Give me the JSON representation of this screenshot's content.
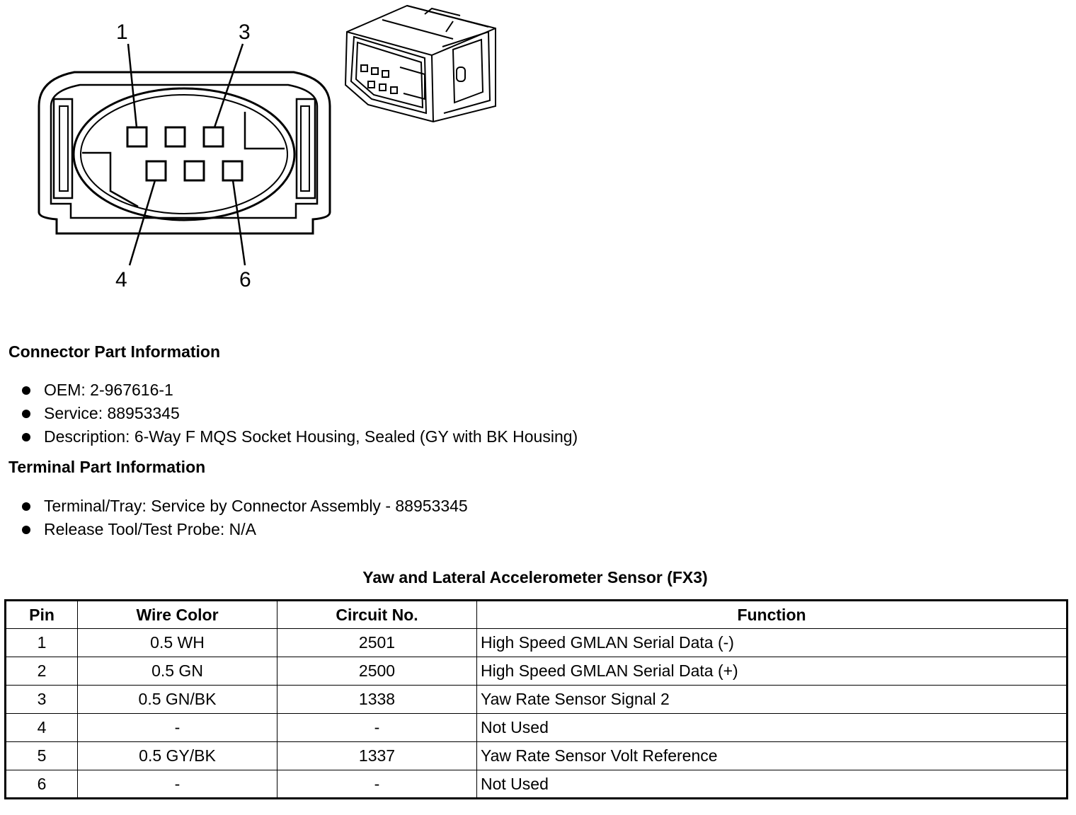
{
  "diagram": {
    "pin_callouts": [
      "1",
      "3",
      "4",
      "6"
    ]
  },
  "connector_info": {
    "heading": "Connector Part Information",
    "items": [
      "OEM: 2-967616-1",
      "Service: 88953345",
      "Description: 6-Way F MQS Socket Housing, Sealed (GY with BK Housing)"
    ]
  },
  "terminal_info": {
    "heading": "Terminal Part Information",
    "items": [
      "Terminal/Tray: Service by Connector Assembly - 88953345",
      "Release Tool/Test Probe: N/A"
    ]
  },
  "table": {
    "title": "Yaw and Lateral Accelerometer Sensor (FX3)",
    "headers": [
      "Pin",
      "Wire Color",
      "Circuit No.",
      "Function"
    ],
    "rows": [
      [
        "1",
        "0.5 WH",
        "2501",
        "High Speed GMLAN Serial Data (-)"
      ],
      [
        "2",
        "0.5 GN",
        "2500",
        "High Speed GMLAN Serial Data (+)"
      ],
      [
        "3",
        "0.5 GN/BK",
        "1338",
        "Yaw Rate Sensor Signal 2"
      ],
      [
        "4",
        "-",
        "-",
        "Not Used"
      ],
      [
        "5",
        "0.5 GY/BK",
        "1337",
        "Yaw Rate Sensor Volt Reference"
      ],
      [
        "6",
        "-",
        "-",
        "Not Used"
      ]
    ]
  }
}
